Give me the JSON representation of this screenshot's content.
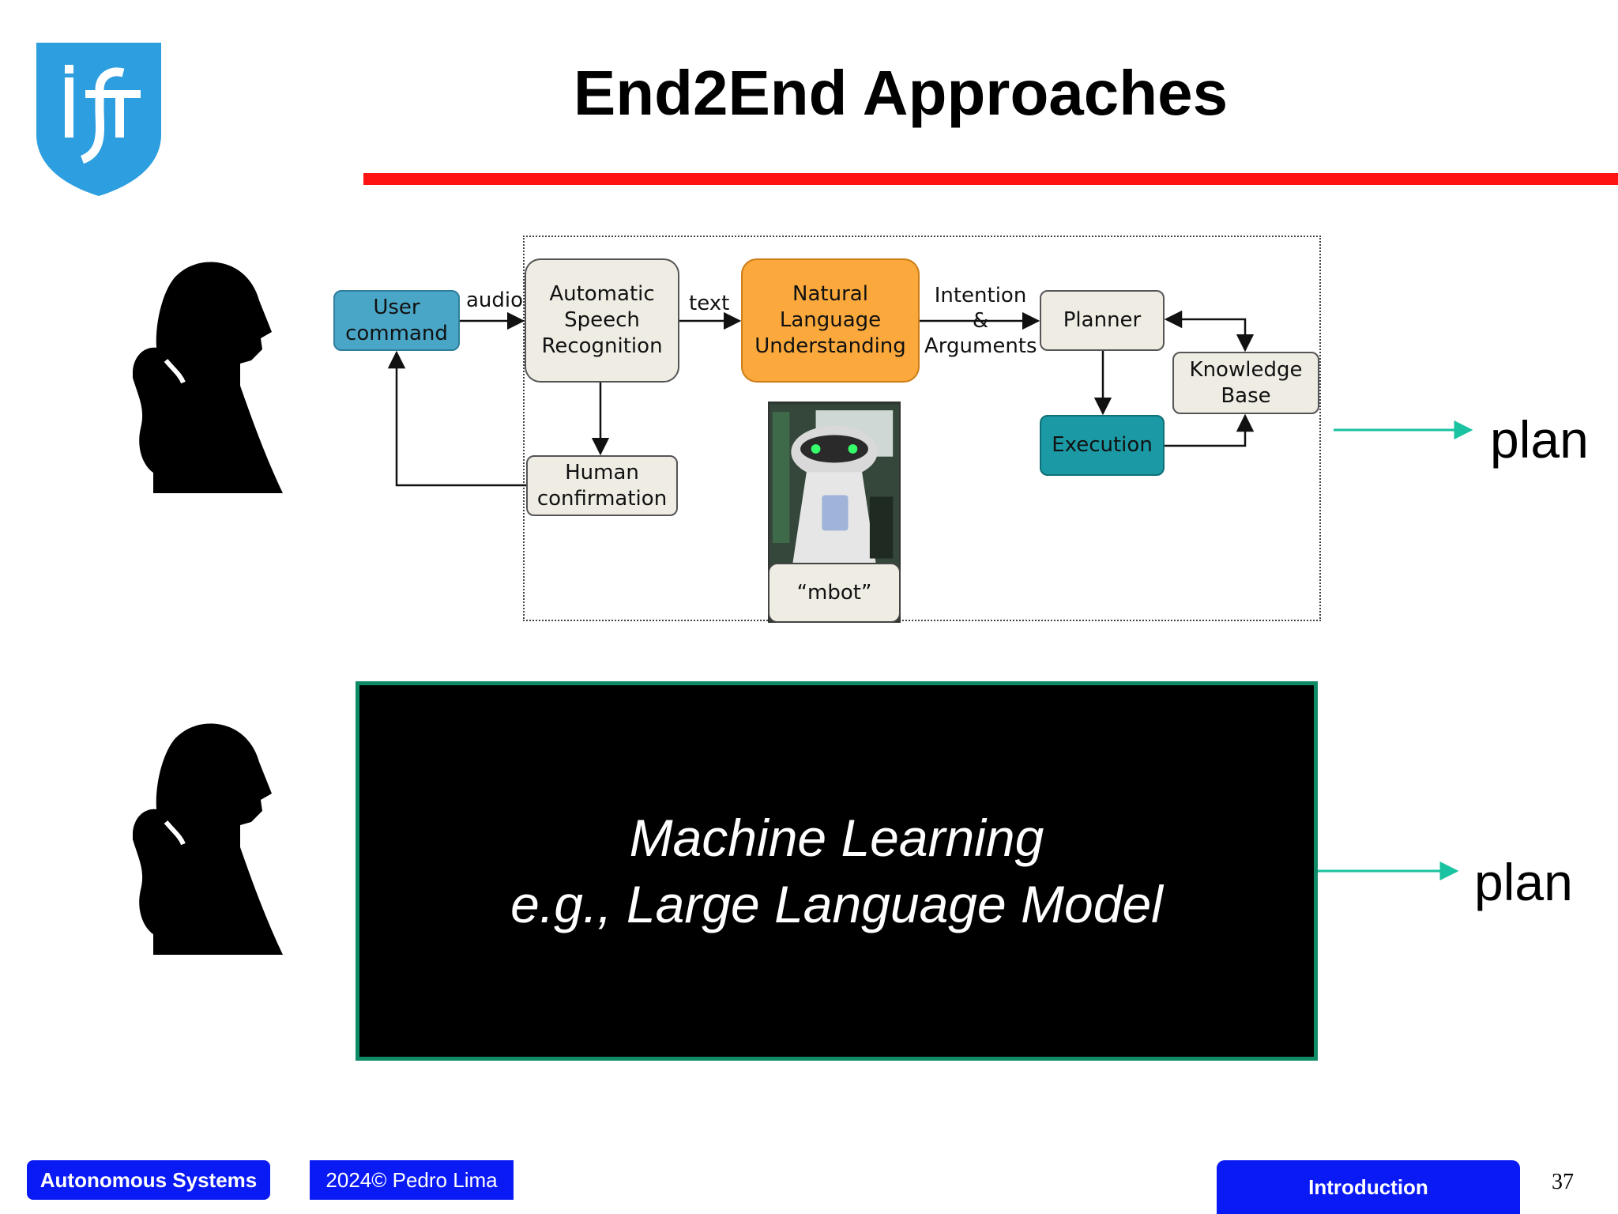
{
  "slide": {
    "title": "End2End Approaches",
    "colors": {
      "accent_rule": "#ff1414",
      "footer_badge": "#0a1af5",
      "arrow": "#19c2a0",
      "ml_box_border": "#0e8a67"
    }
  },
  "logo": {
    "icon": "ist-shield-logo",
    "wordmark": "IST",
    "color": "#2d9ee0"
  },
  "pipeline": {
    "boxes": {
      "user_command": "User\ncommand",
      "asr": "Automatic\nSpeech\nRecognition",
      "nlu": "Natural\nLanguage\nUnderstanding",
      "planner": "Planner",
      "knowledge_base": "Knowledge\nBase",
      "execution": "Execution",
      "human_confirmation": "Human\nconfirmation"
    },
    "labels": {
      "audio": "audio",
      "text": "text",
      "intention": "Intention\n&\nArguments"
    },
    "robot": {
      "caption": "“mbot”",
      "image_icon": "mbot-robot-photo"
    },
    "output": "plan"
  },
  "ml": {
    "line1": "Machine Learning",
    "line2": "e.g., Large Language Model",
    "output": "plan"
  },
  "footer": {
    "course": "Autonomous Systems",
    "copyright": "2024© Pedro Lima",
    "section": "Introduction",
    "page": "37"
  }
}
